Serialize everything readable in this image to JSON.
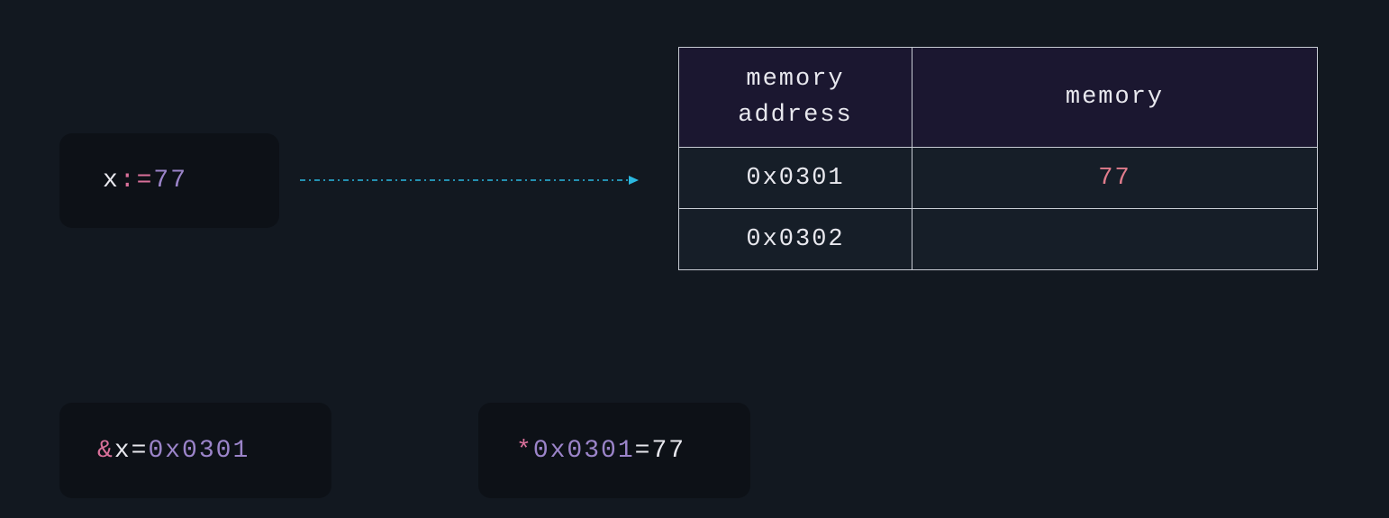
{
  "assign_block": {
    "ident": "x",
    "op": ":=",
    "value": "77"
  },
  "address_block": {
    "op": "&",
    "ident": "x",
    "eq": "=",
    "value": "0x0301"
  },
  "deref_block": {
    "op": "*",
    "address": "0x0301",
    "eq": "=",
    "value": "77"
  },
  "memory_table": {
    "headers": [
      "memory\naddress",
      "memory"
    ],
    "rows": [
      {
        "address": "0x0301",
        "value": "77"
      },
      {
        "address": "0x0302",
        "value": ""
      }
    ]
  },
  "colors": {
    "background": "#121820",
    "box": "#0d1117",
    "operator": "#d9709a",
    "number": "#9b84c9",
    "arrow": "#2bb8e0",
    "table_header": "#1b1730",
    "stored_value": "#e07c8c"
  }
}
